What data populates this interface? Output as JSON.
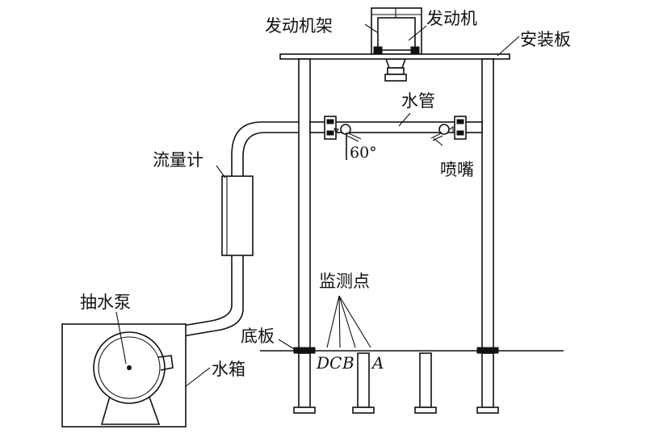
{
  "labels": {
    "engine_frame": "发动机架",
    "engine": "发动机",
    "mount_plate": "安装板",
    "water_pipe": "水管",
    "angle": "60°",
    "nozzle": "喷嘴",
    "flowmeter": "流量计",
    "monitor_points": "监测点",
    "base_plate": "底板",
    "pump": "抽水泵",
    "water_tank": "水箱"
  },
  "points": [
    "D",
    "C",
    "B",
    "A"
  ],
  "colors": {
    "line": "#111111",
    "background": "#ffffff"
  }
}
